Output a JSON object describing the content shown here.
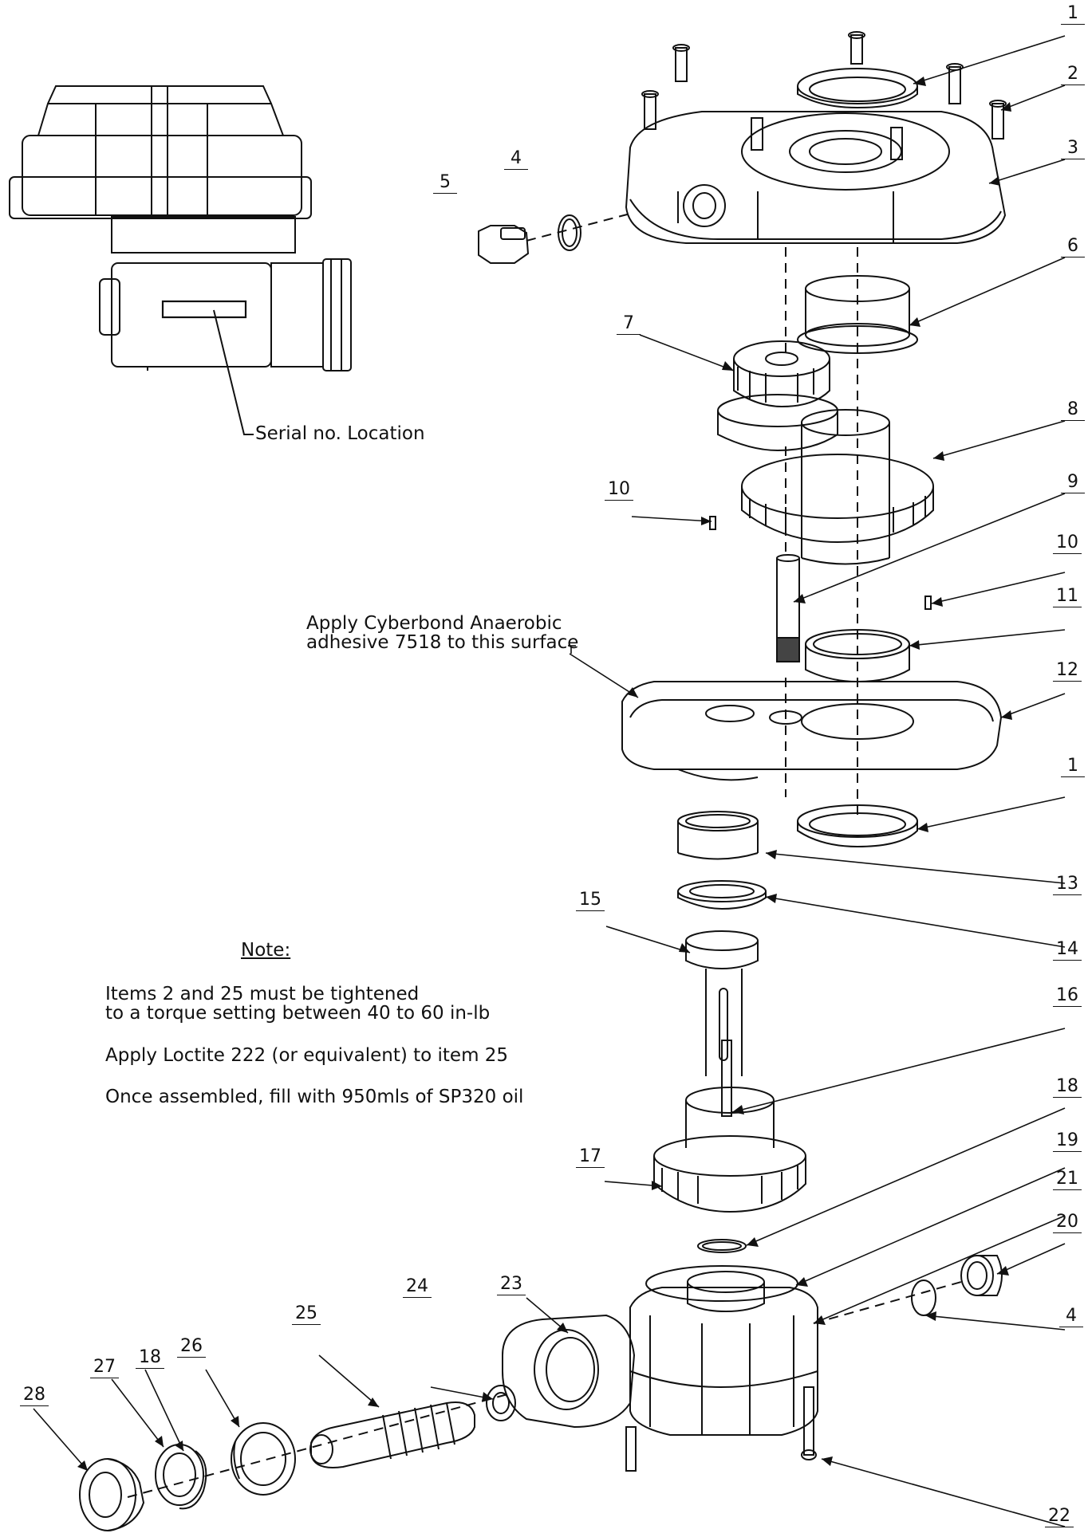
{
  "callouts": {
    "c1a": "1",
    "c2": "2",
    "c3": "3",
    "c4a": "4",
    "c5": "5",
    "c6": "6",
    "c7": "7",
    "c8": "8",
    "c9": "9",
    "c10a": "10",
    "c10b": "10",
    "c11": "11",
    "c12": "12",
    "c1b": "1",
    "c13": "13",
    "c14": "14",
    "c15": "15",
    "c16": "16",
    "c17": "17",
    "c18a": "18",
    "c19": "19",
    "c21": "21",
    "c20": "20",
    "c4b": "4",
    "c23": "23",
    "c24": "24",
    "c25": "25",
    "c26": "26",
    "c18b": "18",
    "c27": "27",
    "c28": "28",
    "c22": "22"
  },
  "annotations": {
    "serial_location": "Serial no. Location",
    "adhesive_line1": "Apply Cyberbond Anaerobic",
    "adhesive_line2": "adhesive 7518 to this surface"
  },
  "note": {
    "heading": "Note:",
    "line1": "Items 2 and 25 must be tightened",
    "line2": "to a torque setting between 40 to 60 in-lb",
    "line3": "Apply Loctite 222 (or equivalent) to item 25",
    "line4": "Once assembled, fill with 950mls of SP320 oil"
  }
}
